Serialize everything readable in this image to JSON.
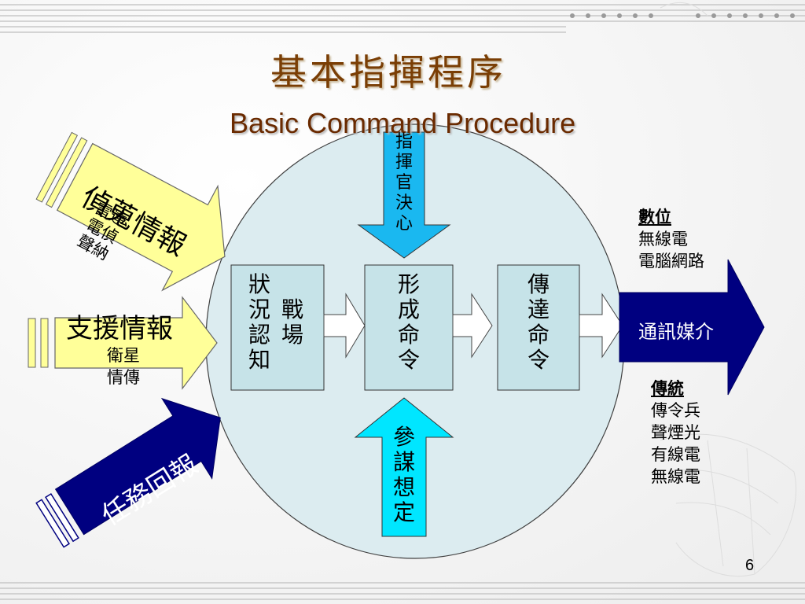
{
  "title_zh": "基本指揮程序",
  "title_en": "Basic Command Procedure",
  "inputs": {
    "recon": {
      "title": "偵蒐情報",
      "sub": [
        "雷達",
        "電偵",
        "聲納"
      ]
    },
    "support": {
      "title": "支援情報",
      "sub": [
        "衛星",
        "情傳"
      ]
    },
    "mission": {
      "title": "任務回報"
    }
  },
  "top_arrow": "指揮官決心",
  "bottom_arrow": "參謀想定",
  "boxes": {
    "box1": {
      "col1": "狀況認知",
      "col2": "戰場"
    },
    "box2": "形成命令",
    "box3": "傳達命令"
  },
  "media": "通訊媒介",
  "digital": {
    "heading": "數位",
    "items": [
      "無線電",
      "電腦網路"
    ]
  },
  "traditional": {
    "heading": "傳統",
    "items": [
      "傳令兵",
      "聲煙光",
      "有線電",
      "無線電"
    ]
  },
  "page_number": "6",
  "colors": {
    "circle_fill": "#dcecf0",
    "box_fill": "#c6e3e8",
    "yellow_arrow": "#ffff99",
    "navy_arrow": "#000080",
    "cyan_arrow": "#00e6ff",
    "sky_arrow": "#1ab8f0",
    "title_color": "#7a3e05"
  }
}
